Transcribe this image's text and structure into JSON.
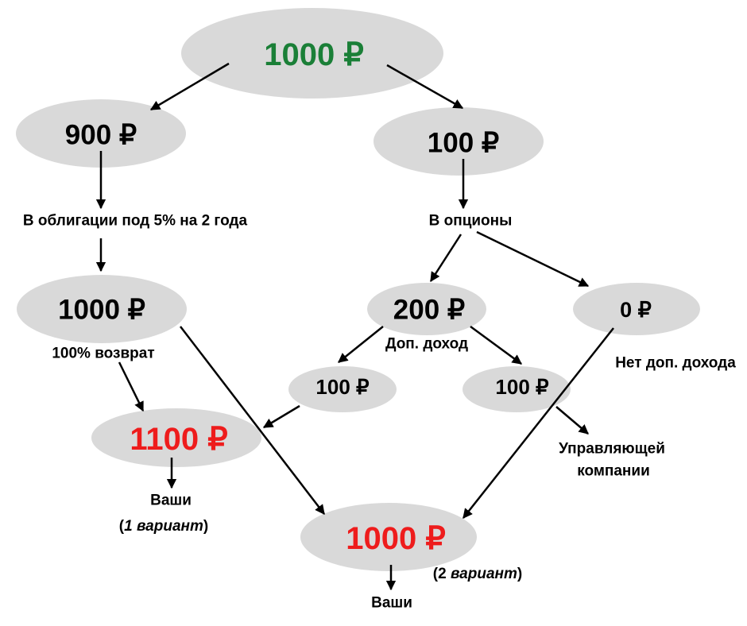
{
  "colors": {
    "ellipse": "#d9d9d9",
    "green": "#1a7f37",
    "red": "#ee1c1c",
    "black": "#000000"
  },
  "nodes": {
    "root": "1000 ₽",
    "left": "900 ₽",
    "right": "100 ₽",
    "bonds_result": "1000 ₽",
    "options_income": "200 ₽",
    "options_zero": "0 ₽",
    "income_half_a": "100 ₽",
    "income_half_b": "100 ₽",
    "variant1_total": "1100 ₽",
    "variant2_total": "1000 ₽"
  },
  "labels": {
    "bonds": "В облигации под 5% на 2 года",
    "options": "В опционы",
    "full_return": "100% возврат",
    "extra_income": "Доп. доход",
    "no_extra_income": "Нет доп. дохода",
    "management_line1": "Управляющей",
    "management_line2": "компании",
    "yours_1": "Ваши",
    "variant1_open": "(",
    "variant1_text": "1 вариант",
    "variant1_close": ")",
    "yours_2": "Ваши",
    "variant2_open": "(2 ",
    "variant2_text": "вариант",
    "variant2_close": ")"
  }
}
